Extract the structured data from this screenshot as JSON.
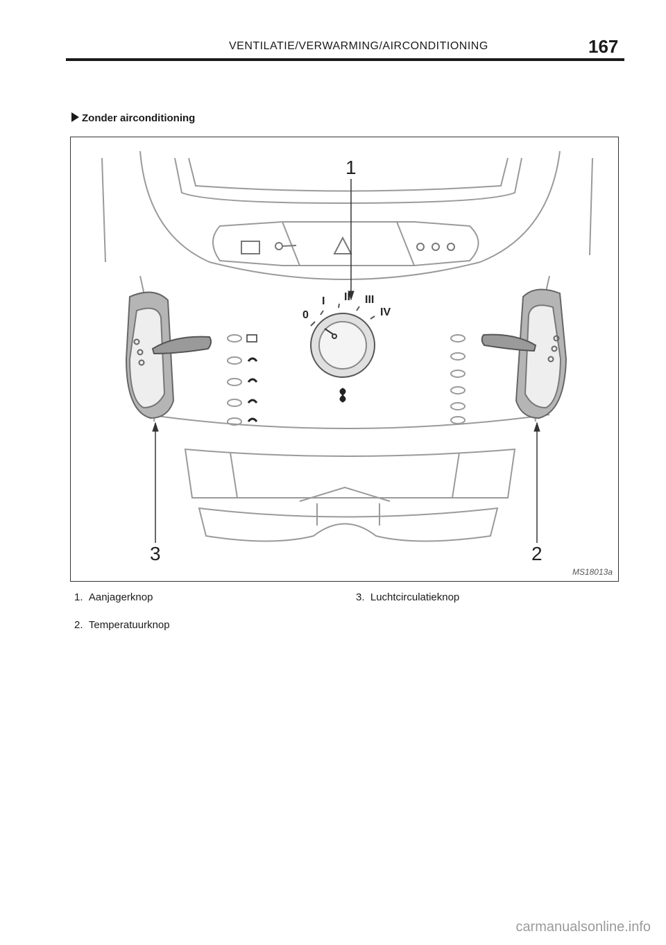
{
  "header": {
    "title": "VENTILATIE/VERWARMING/AIRCONDITIONING",
    "page_number": "167"
  },
  "section": {
    "heading": "Zonder airconditioning"
  },
  "figure": {
    "code": "MS18013a",
    "callouts": [
      "1",
      "2",
      "3"
    ],
    "fan_speeds": [
      "0",
      "I",
      "II",
      "III",
      "IV"
    ]
  },
  "legend": [
    {
      "number": "1.",
      "label": "Aanjagerknop"
    },
    {
      "number": "2.",
      "label": "Temperatuurknop"
    },
    {
      "number": "3.",
      "label": "Luchtcirculatieknop"
    }
  ],
  "watermark": "carmanualsonline.info"
}
